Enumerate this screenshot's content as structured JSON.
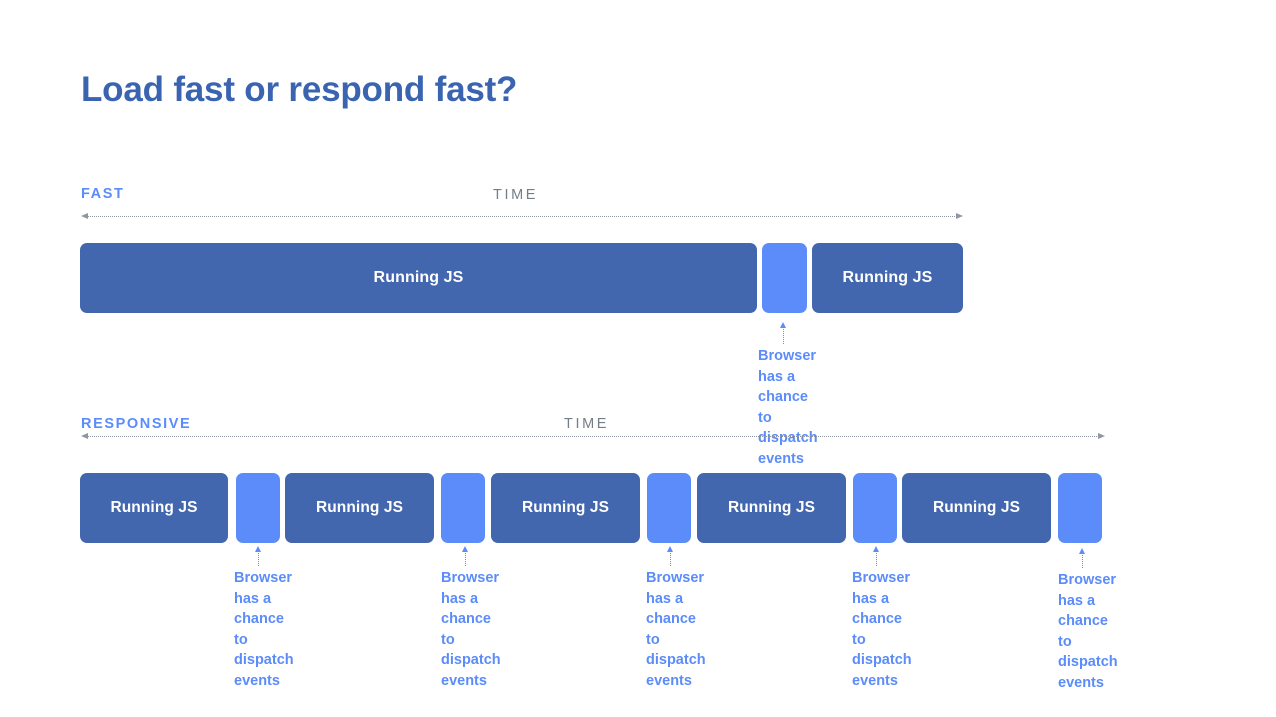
{
  "slide": {
    "title": "Load fast or respond fast?",
    "background": "#ffffff",
    "colors": {
      "title_blue": "#3a63b0",
      "running_js_blue": "#4367ae",
      "idle_blue": "#5b8cfa",
      "time_gray": "#8f96a3",
      "time_label_gray": "#757d87"
    }
  },
  "sections": [
    {
      "mode_label": "FAST",
      "time_label": "TIME",
      "blocks": [
        {
          "type": "js",
          "label": "Running JS"
        },
        {
          "type": "idle",
          "label": ""
        },
        {
          "type": "js",
          "label": "Running JS"
        }
      ],
      "callouts": [
        {
          "text": "Browser has a\nchance to\ndispatch events"
        }
      ]
    },
    {
      "mode_label": "RESPONSIVE",
      "time_label": "TIME",
      "blocks": [
        {
          "type": "js",
          "label": "Running JS"
        },
        {
          "type": "idle",
          "label": ""
        },
        {
          "type": "js",
          "label": "Running JS"
        },
        {
          "type": "idle",
          "label": ""
        },
        {
          "type": "js",
          "label": "Running JS"
        },
        {
          "type": "idle",
          "label": ""
        },
        {
          "type": "js",
          "label": "Running JS"
        },
        {
          "type": "idle",
          "label": ""
        },
        {
          "type": "js",
          "label": "Running JS"
        },
        {
          "type": "idle",
          "label": ""
        }
      ],
      "callouts": [
        {
          "text": "Browser has a\nchance to\ndispatch events"
        },
        {
          "text": "Browser has a\nchance to\ndispatch events"
        },
        {
          "text": "Browser has a\nchance to\ndispatch events"
        },
        {
          "text": "Browser has a\nchance to\ndispatch events"
        },
        {
          "text": "Browser has a\nchance to\ndispatch events"
        }
      ]
    }
  ]
}
